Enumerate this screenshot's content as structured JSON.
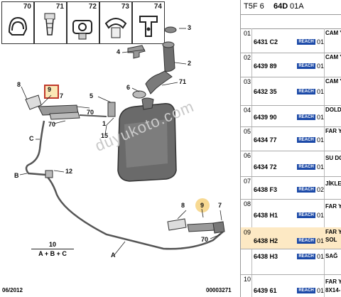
{
  "thumbnails": [
    {
      "num": "70",
      "icon": "clip-ring-icon"
    },
    {
      "num": "71",
      "icon": "push-clip-icon"
    },
    {
      "num": "72",
      "icon": "pipe-clip-icon"
    },
    {
      "num": "73",
      "icon": "saddle-clip-icon"
    },
    {
      "num": "74",
      "icon": "bracket-clip-icon"
    }
  ],
  "diagram_labels": {
    "l1": "1",
    "l2": "2",
    "l3": "3",
    "l4": "4",
    "l5": "5",
    "l6": "6",
    "l7": "7",
    "l8": "8",
    "l9": "9",
    "l12": "12",
    "l15": "15",
    "l70a": "70",
    "l70b": "70",
    "l70c": "70",
    "l71": "71",
    "l7b": "7",
    "l8b": "8",
    "l9b": "9",
    "lA": "A",
    "lB": "B",
    "lC": "C"
  },
  "combo": {
    "num": "10",
    "formula": "A + B + C"
  },
  "footer": {
    "date": "06/2012",
    "code": "00003271"
  },
  "watermark": "duyukoto.com",
  "table": {
    "header_prefix": "T5F 6 ",
    "header_bold": "64D",
    "header_suffix": " 01A",
    "badge": "REACH",
    "rows": [
      {
        "idx": "01",
        "ref": "6431 C2",
        "qty": "01",
        "desc": "CAM Y"
      },
      {
        "idx": "02",
        "ref": "6439 89",
        "qty": "01",
        "desc": "CAM Y"
      },
      {
        "idx": "03",
        "ref": "6432 35",
        "qty": "01",
        "desc": "CAM Y"
      },
      {
        "idx": "04",
        "ref": "6439 90",
        "qty": "01",
        "desc": "DOLD"
      },
      {
        "idx": "05",
        "ref": "6434 77",
        "qty": "01",
        "desc": "FAR Y"
      },
      {
        "idx": "06",
        "ref": "6434 72",
        "qty": "01",
        "desc": "SU DO"
      },
      {
        "idx": "07",
        "ref": "6438 F3",
        "qty": "02",
        "desc": "JİKLE"
      },
      {
        "idx": "08",
        "ref": "6438 H1",
        "qty": "01",
        "desc": "FAR Y"
      },
      {
        "idx": "09",
        "ref": "6438 H2",
        "qty": "01",
        "desc": "FAR Y",
        "desc2": "SOL",
        "active": true
      },
      {
        "idx": "",
        "ref": "6438 H3",
        "qty": "01",
        "desc": "SAĞ"
      },
      {
        "idx": "10",
        "ref": "6439 61",
        "qty": "01",
        "desc": "FAR Y",
        "desc2": "8X14-"
      }
    ]
  }
}
